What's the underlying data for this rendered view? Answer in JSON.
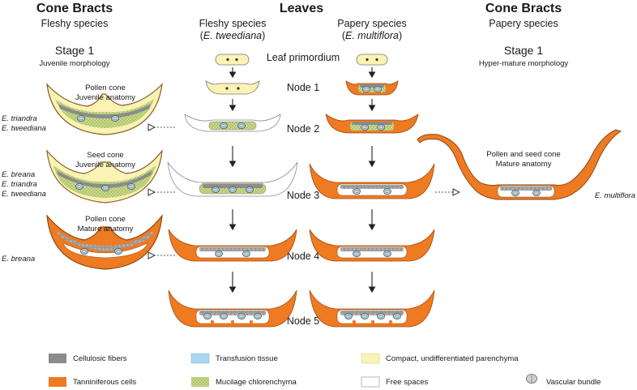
{
  "headers": {
    "left_title": "Cone Bracts",
    "left_sub": "Fleshy species",
    "center_title": "Leaves",
    "fleshy_col": "Fleshy species",
    "fleshy_species": "E. tweediana",
    "papery_col": "Papery species",
    "papery_species": "E. multiflora",
    "right_title": "Cone Bracts",
    "right_sub": "Papery species"
  },
  "stages": {
    "left_stage": "Stage 1",
    "left_morph": "Juvenile morphology",
    "right_stage": "Stage 1",
    "right_morph": "Hyper-mature morphology"
  },
  "nodes": [
    "Leaf primordium",
    "Node 1",
    "Node 2",
    "Node 3",
    "Node 4",
    "Node 5"
  ],
  "bracts": [
    {
      "line1": "Pollen cone",
      "line2": "Juvenile anatomy",
      "species": [
        "E. triandra",
        "E. tweediana"
      ]
    },
    {
      "line1": "Seed cone",
      "line2": "Juvenile anatomy",
      "species": [
        "E. breana",
        "E. triandra",
        "E. tweediana"
      ]
    },
    {
      "line1": "Pollen cone",
      "line2": "Mature anatomy",
      "species": [
        "E. breana"
      ]
    }
  ],
  "right_bract": {
    "line1": "Pollen and seed cone",
    "line2": "Mature anatomy",
    "species": "E. multiflora"
  },
  "legend": [
    {
      "label": "Cellulosic fibers",
      "color": "#8c8c8c"
    },
    {
      "label": "Transfusion tissue",
      "color": "#a9d8ef"
    },
    {
      "label": "Compact, undifferentiated parenchyma",
      "color": "#faf3b4"
    },
    {
      "label": "Tanniniferous cells",
      "color": "#ee7a22"
    },
    {
      "label": "Mucilage chlorenchyma",
      "color": "#c8d98a"
    },
    {
      "label": "Free spaces",
      "color": "#ffffff"
    },
    {
      "label": "Vascular bundle",
      "color": "#d0d0d0"
    }
  ]
}
